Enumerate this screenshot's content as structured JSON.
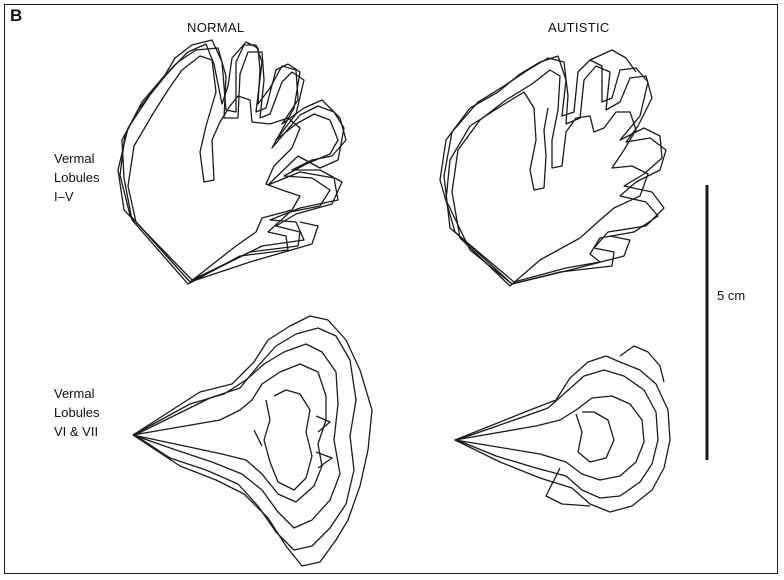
{
  "panel_letter": "B",
  "columns": {
    "normal": "NORMAL",
    "autistic": "AUTISTIC"
  },
  "rows": {
    "lobules_1_5": [
      "Vermal",
      "Lobules",
      "I–V"
    ],
    "lobules_6_7": [
      "Vermal",
      "Lobules",
      "VI & VII"
    ]
  },
  "scale_bar": {
    "label": "5 cm"
  },
  "stroke_color": "#1a1a1a"
}
